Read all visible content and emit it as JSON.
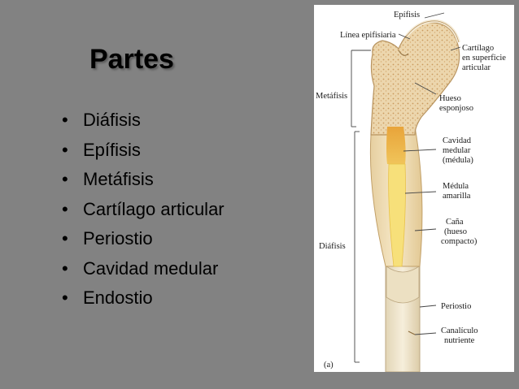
{
  "slide": {
    "title": "Partes",
    "bullets": [
      "Diáfisis",
      "Epífisis",
      "Metáfisis",
      "Cartílago articular",
      "Periostio",
      "Cavidad medular",
      "Endostio"
    ]
  },
  "diagram": {
    "labels": {
      "epifisis": "Epífisis",
      "linea_epifisiaria": "Línea epifisiaria",
      "cartilago_1": "Cartílago",
      "cartilago_2": "en superficie",
      "cartilago_3": "articular",
      "metafisis": "Metáfisis",
      "hueso_esponjoso_1": "Hueso",
      "hueso_esponjoso_2": "esponjoso",
      "cavidad_1": "Cavidad",
      "cavidad_2": "medular",
      "cavidad_3": "(médula)",
      "medula_1": "Médula",
      "medula_2": "amarilla",
      "cana_1": "Caña",
      "cana_2": "(hueso",
      "cana_3": "compacto)",
      "diafisis": "Diáfisis",
      "periostio": "Periostio",
      "canaliculo_1": "Canalículo",
      "canaliculo_2": "nutriente",
      "figure_tag": "(a)"
    },
    "colors": {
      "spongy": "#e9d3a9",
      "compact": "#f3e3bf",
      "marrow_red": "#e8a43a",
      "marrow_yellow": "#f7e07a",
      "periosteum": "#ecdcb8",
      "background": "#828282"
    }
  }
}
